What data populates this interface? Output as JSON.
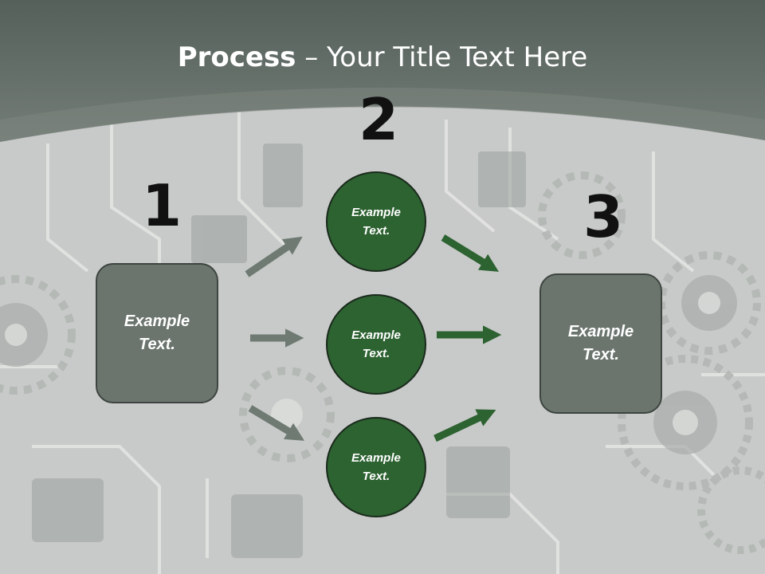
{
  "title": {
    "bold": "Process",
    "rest": " – Your Title Text Here"
  },
  "steps": [
    {
      "number": "1",
      "text": "Example Text."
    },
    {
      "number": "2",
      "text": "Example Text."
    },
    {
      "number": "3",
      "text": "Example Text."
    }
  ],
  "circles": [
    {
      "text": "Example Text."
    },
    {
      "text": "Example Text."
    },
    {
      "text": "Example Text."
    }
  ],
  "colors": {
    "header": "#5f6b63",
    "box_fill": "#6b756e",
    "circle_fill": "#2d6231",
    "arrow_gray": "#6e7a72",
    "arrow_green": "#2d6231"
  }
}
